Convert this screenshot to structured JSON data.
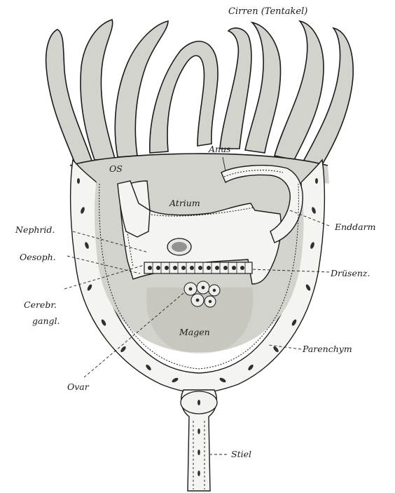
{
  "labels": {
    "cirren": "Cirren (Tentakel)",
    "anus": "Anus",
    "os": "OS",
    "atrium": "Atrium",
    "nephrid": "Nephrid.",
    "enddarm": "Enddarm",
    "oesoph": "Oesoph.",
    "druesenz": "Drüsenz.",
    "cerebr": "Cerebr.",
    "gangl": "gangl.",
    "magen": "Magen",
    "parenchym": "Parenchym",
    "ovar": "Ovar",
    "stiel": "Stiel"
  },
  "colors": {
    "ink": "#1b1b1b",
    "tentacle_shade": "#d3d3cd",
    "tissue": "#f4f4f1",
    "background": "#ffffff"
  }
}
